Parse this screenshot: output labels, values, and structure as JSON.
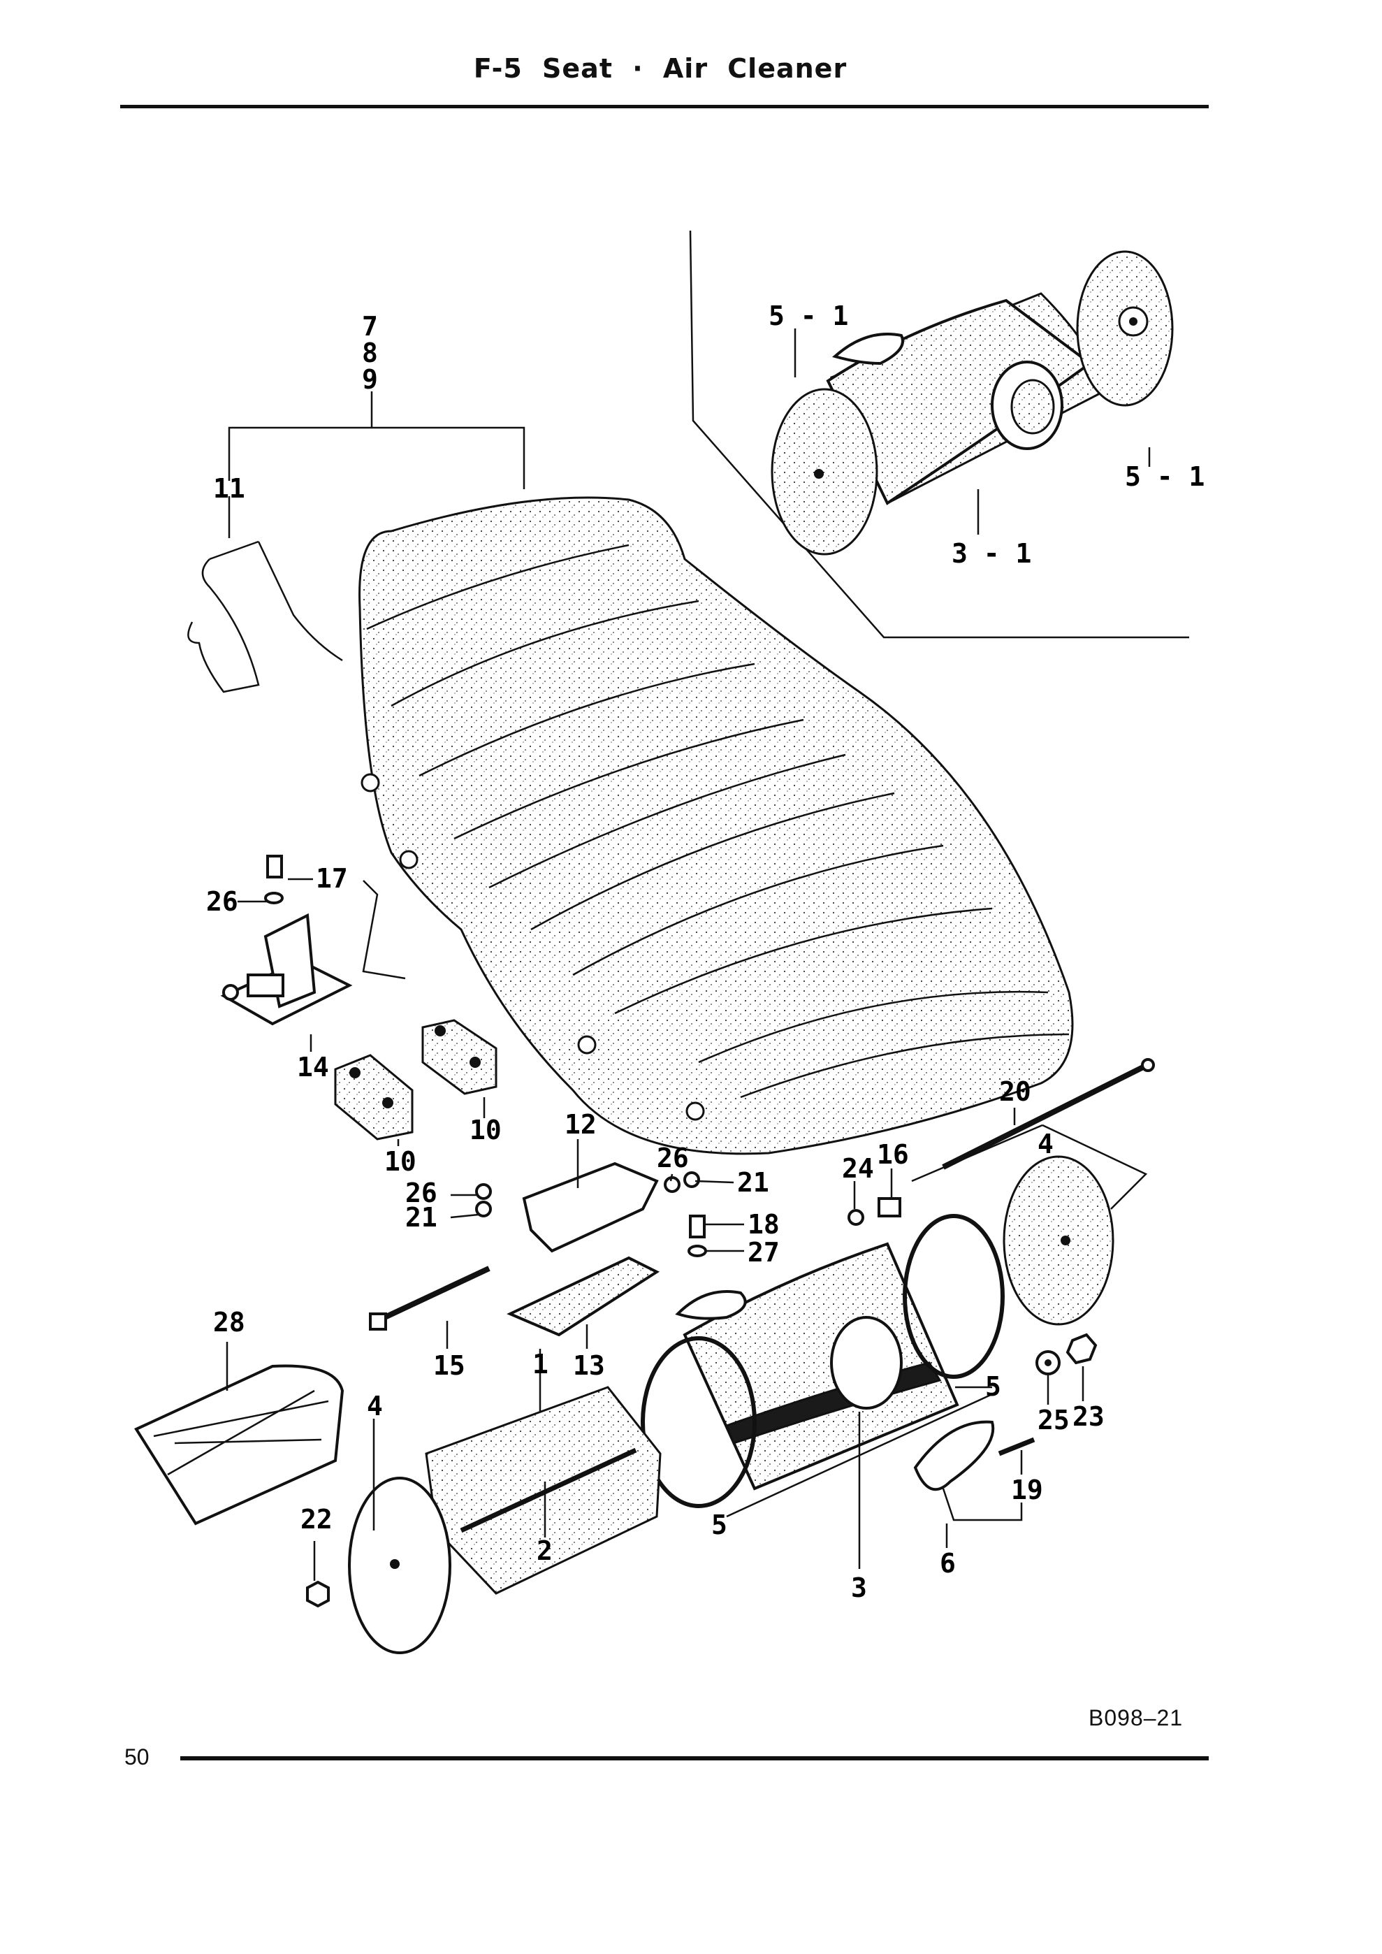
{
  "title": "F-5   Seat · Air Cleaner",
  "page_number": "50",
  "figure_code": "B098–21",
  "callouts": [
    {
      "id": "c-7",
      "label": "7"
    },
    {
      "id": "c-8",
      "label": "8"
    },
    {
      "id": "c-9",
      "label": "9"
    },
    {
      "id": "c-11",
      "label": "11"
    },
    {
      "id": "c-5-1a",
      "label": "5 - 1"
    },
    {
      "id": "c-5-1b",
      "label": "5 - 1"
    },
    {
      "id": "c-3-1",
      "label": "3 - 1"
    },
    {
      "id": "c-17",
      "label": "17"
    },
    {
      "id": "c-26a",
      "label": "26"
    },
    {
      "id": "c-14",
      "label": "14"
    },
    {
      "id": "c-10a",
      "label": "10"
    },
    {
      "id": "c-10b",
      "label": "10"
    },
    {
      "id": "c-12",
      "label": "12"
    },
    {
      "id": "c-26b",
      "label": "26"
    },
    {
      "id": "c-21a",
      "label": "21"
    },
    {
      "id": "c-26c",
      "label": "26"
    },
    {
      "id": "c-21b",
      "label": "21"
    },
    {
      "id": "c-20",
      "label": "20"
    },
    {
      "id": "c-4a",
      "label": "4"
    },
    {
      "id": "c-24",
      "label": "24"
    },
    {
      "id": "c-16",
      "label": "16"
    },
    {
      "id": "c-18",
      "label": "18"
    },
    {
      "id": "c-27",
      "label": "27"
    },
    {
      "id": "c-28",
      "label": "28"
    },
    {
      "id": "c-15",
      "label": "15"
    },
    {
      "id": "c-1",
      "label": "1"
    },
    {
      "id": "c-13",
      "label": "13"
    },
    {
      "id": "c-5a",
      "label": "5"
    },
    {
      "id": "c-25",
      "label": "25"
    },
    {
      "id": "c-23",
      "label": "23"
    },
    {
      "id": "c-4b",
      "label": "4"
    },
    {
      "id": "c-19",
      "label": "19"
    },
    {
      "id": "c-22",
      "label": "22"
    },
    {
      "id": "c-2",
      "label": "2"
    },
    {
      "id": "c-5b",
      "label": "5"
    },
    {
      "id": "c-3",
      "label": "3"
    },
    {
      "id": "c-6",
      "label": "6"
    }
  ]
}
